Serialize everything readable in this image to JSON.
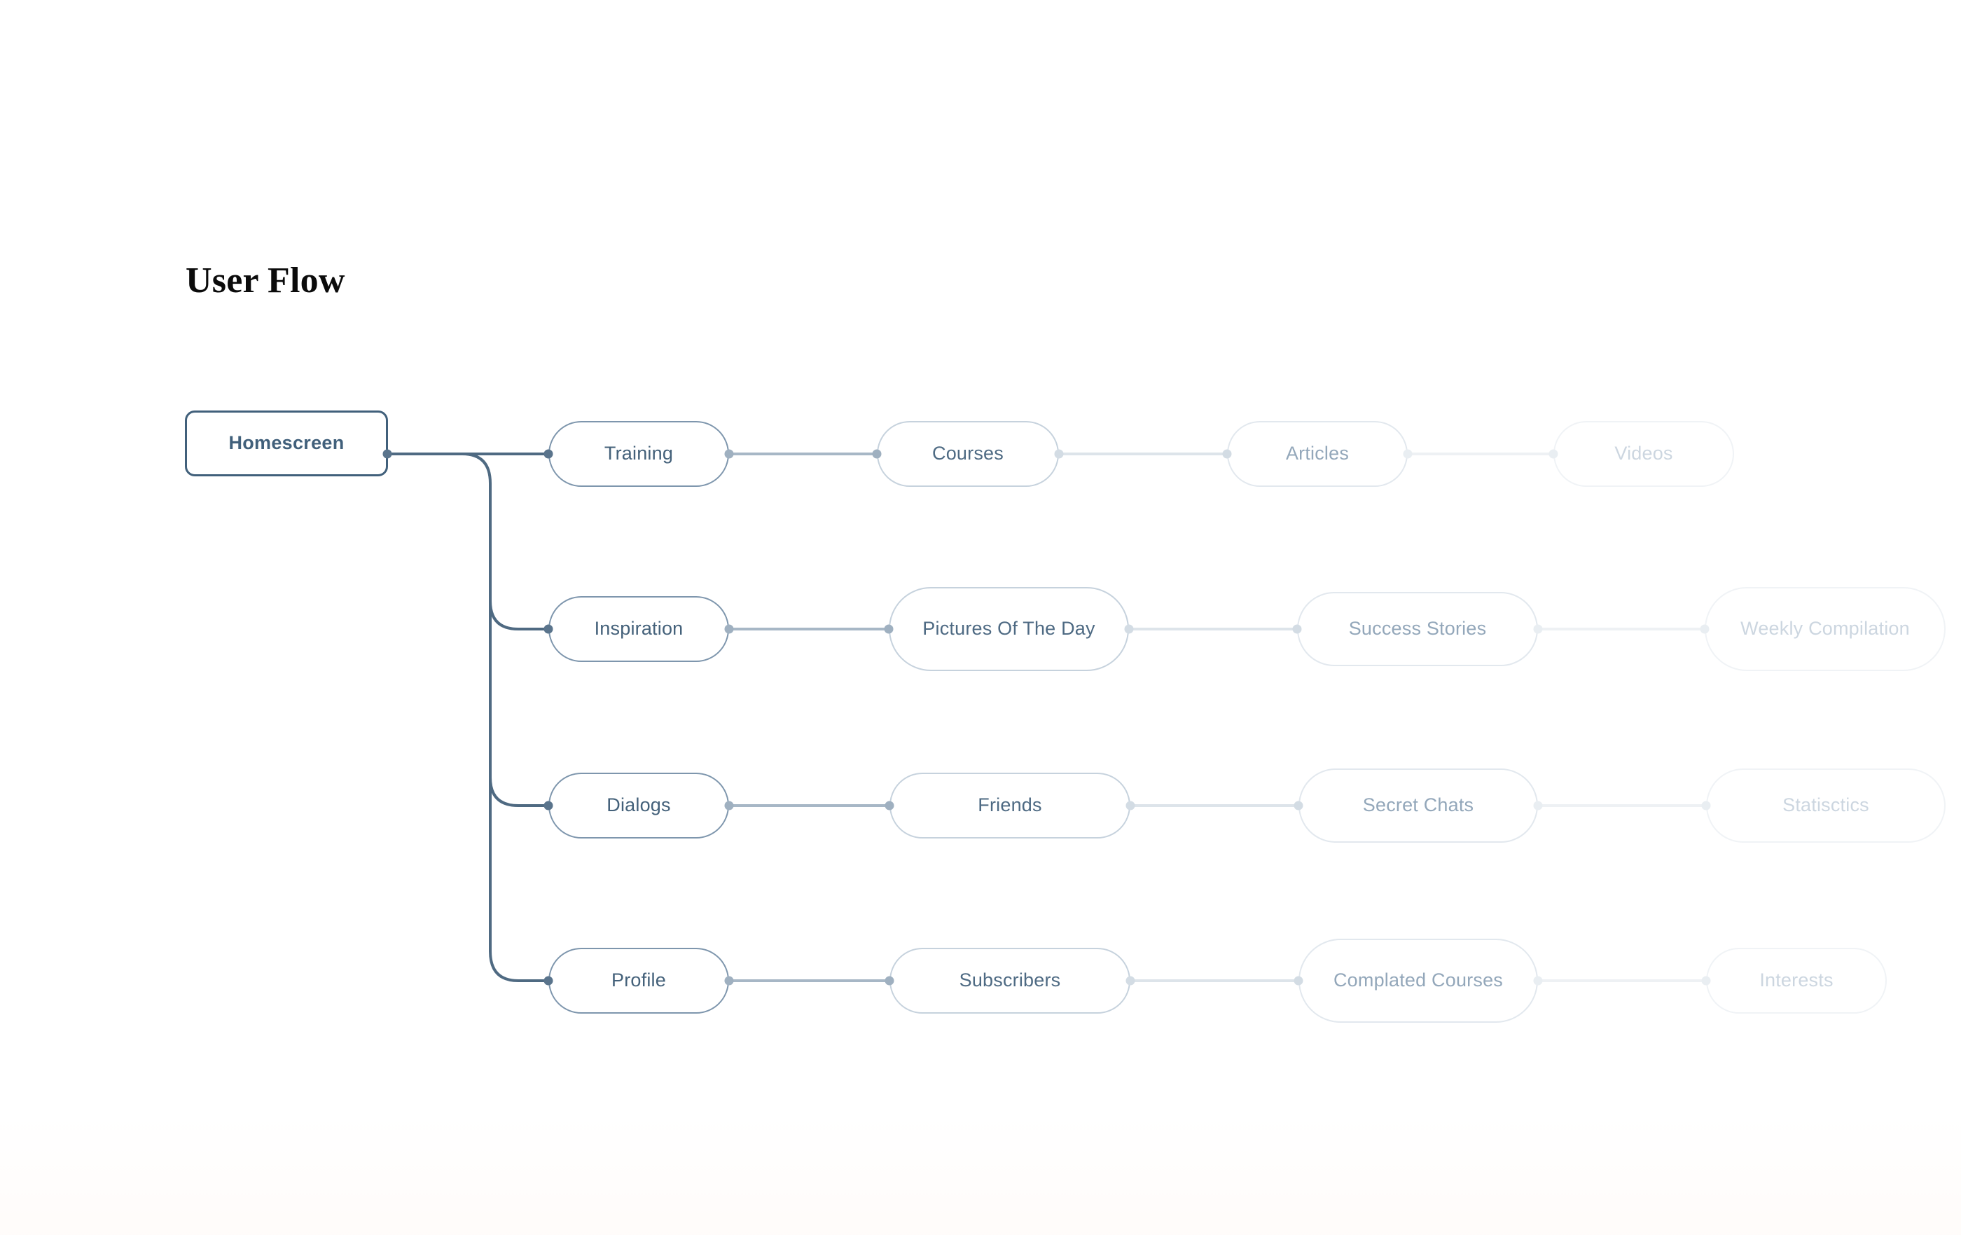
{
  "page": {
    "title": "User Flow",
    "background": "#ffffff"
  },
  "colors": {
    "root_border": "#41607b",
    "root_text": "#41607b",
    "node_text": "#44617a",
    "level1_border": "#7e96ad",
    "level2_border": "#c6d2dd",
    "level3_border": "#e2e8ee",
    "level4_border": "#f0f3f6",
    "wire_strong": "#4f6a82",
    "wire_mid": "#a7b7c6",
    "wire_faint": "#dde4ea",
    "wire_ghost": "#eef1f4"
  },
  "diagram": {
    "type": "tree",
    "orientation": "left-to-right",
    "root": {
      "label": "Homescreen",
      "shape": "rounded-rect",
      "emphasis": "primary"
    },
    "branches": [
      {
        "label": "Training",
        "children": [
          {
            "label": "Courses",
            "fade": "level2"
          },
          {
            "label": "Articles",
            "fade": "level3"
          },
          {
            "label": "Videos",
            "fade": "level4"
          }
        ]
      },
      {
        "label": "Inspiration",
        "children": [
          {
            "label": "Pictures Of The Day",
            "fade": "level2"
          },
          {
            "label": "Success Stories",
            "fade": "level3"
          },
          {
            "label": "Weekly Compilation",
            "fade": "level4"
          }
        ]
      },
      {
        "label": "Dialogs",
        "children": [
          {
            "label": "Friends",
            "fade": "level2"
          },
          {
            "label": "Secret Chats",
            "fade": "level3"
          },
          {
            "label": "Statisctics",
            "fade": "level4"
          }
        ]
      },
      {
        "label": "Profile",
        "children": [
          {
            "label": "Subscribers",
            "fade": "level2"
          },
          {
            "label": "Complated Courses",
            "fade": "level3"
          },
          {
            "label": "Interests",
            "fade": "level4"
          }
        ]
      }
    ]
  }
}
